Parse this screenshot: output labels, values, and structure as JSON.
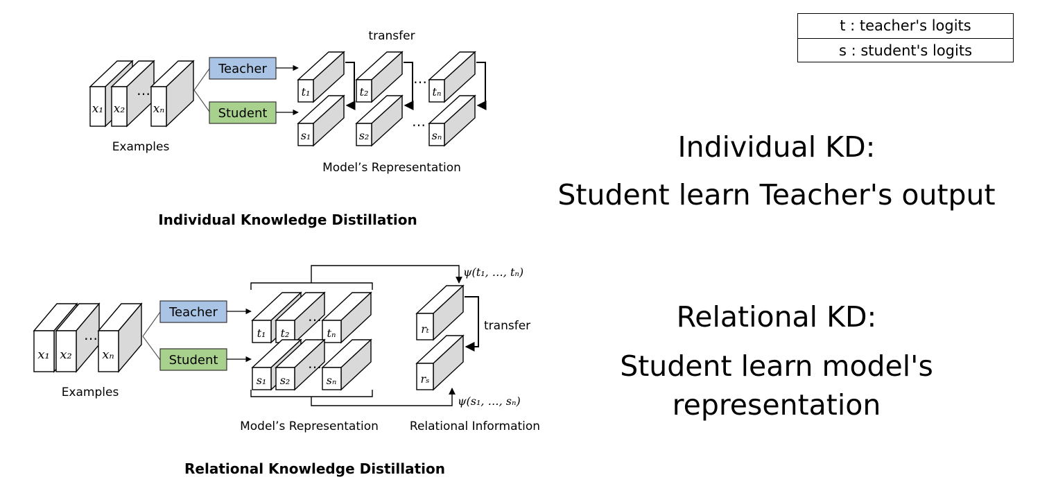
{
  "legend": {
    "teacher": "t : teacher's logits",
    "student": "s : student's logits"
  },
  "individual": {
    "title": "Individual Knowledge Distillation",
    "teacher_label": "Teacher",
    "student_label": "Student",
    "examples_label": "Examples",
    "representation_label": "Model’s Representation",
    "transfer_label": "transfer",
    "description_line1": "Individual KD:",
    "description_line2": "Student learn Teacher's output"
  },
  "relational": {
    "title": "Relational Knowledge Distillation",
    "teacher_label": "Teacher",
    "student_label": "Student",
    "examples_label": "Examples",
    "representation_label": "Model’s Representation",
    "relational_label": "Relational Information",
    "transfer_label": "transfer",
    "psi_t": "ψ(t₁, …, tₙ)",
    "psi_s": "ψ(s₁, …, sₙ)",
    "description_line1": "Relational KD:",
    "description_line2": "Student learn model's",
    "description_line3": "representation"
  },
  "symbols": {
    "x1": "x₁",
    "x2": "x₂",
    "xn": "xₙ",
    "t1": "t₁",
    "t2": "t₂",
    "tn": "tₙ",
    "s1": "s₁",
    "s2": "s₂",
    "sn": "sₙ",
    "rt": "rₜ",
    "rs": "rₛ",
    "ellipsis": "…"
  },
  "colors": {
    "teacher_fill": "#a9c4e4",
    "student_fill": "#a9d18e",
    "box_side": "#d9d9d9"
  }
}
